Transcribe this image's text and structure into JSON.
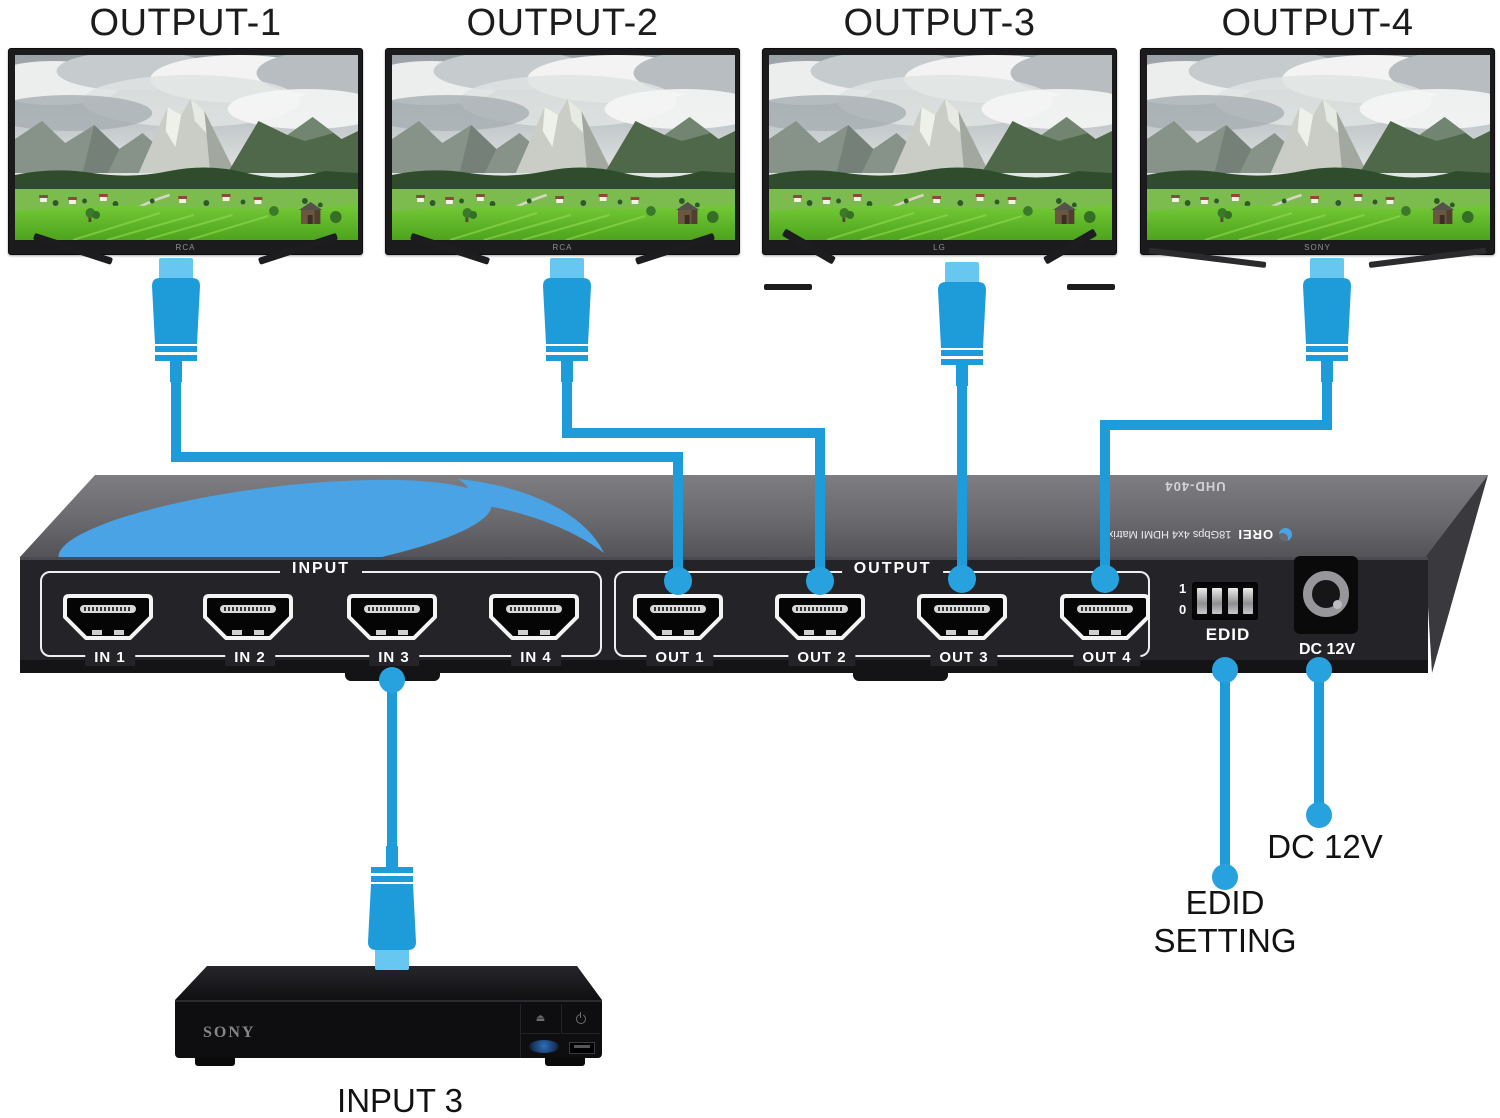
{
  "monitors": {
    "items": [
      {
        "label": "OUTPUT-1",
        "brand": "RCA"
      },
      {
        "label": "OUTPUT-2",
        "brand": "RCA"
      },
      {
        "label": "OUTPUT-3",
        "brand": "LG"
      },
      {
        "label": "OUTPUT-4",
        "brand": "SONY"
      }
    ]
  },
  "matrix": {
    "model": "UHD-404",
    "brand": "OREI",
    "tagline": "18Gbps 4x4 HDMI Matrix",
    "input_group": {
      "label": "INPUT",
      "ports": [
        {
          "label": "IN 1"
        },
        {
          "label": "IN 2"
        },
        {
          "label": "IN 3"
        },
        {
          "label": "IN 4"
        }
      ]
    },
    "output_group": {
      "label": "OUTPUT",
      "ports": [
        {
          "label": "OUT 1"
        },
        {
          "label": "OUT 2"
        },
        {
          "label": "OUT 3"
        },
        {
          "label": "OUT 4"
        }
      ]
    },
    "edid_switch": {
      "top_label": "1",
      "bottom_label": "0",
      "label": "EDID"
    },
    "power_jack": {
      "label": "DC 12V"
    }
  },
  "callouts": {
    "input3": {
      "label": "INPUT 3"
    },
    "edid": {
      "line1": "EDID",
      "line2": "SETTING"
    },
    "power": {
      "label": "DC 12V"
    }
  },
  "player": {
    "brand": "SONY"
  },
  "colors": {
    "cable_blue": "#1E9CD9",
    "connector_tip_blue": "#67C7F0",
    "logo_blue": "#4AA3E4",
    "device_top_gray": "#6E6E72",
    "device_front": "#242428",
    "label_white": "#FFFFFF"
  }
}
